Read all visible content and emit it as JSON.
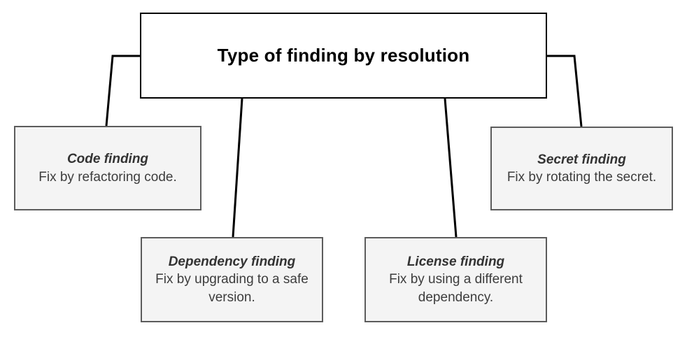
{
  "diagram": {
    "type": "tree",
    "title": "Type of finding by resolution",
    "root": {
      "label": "Type of finding by resolution"
    },
    "children": [
      {
        "id": "code",
        "title": "Code finding",
        "description": "Fix by refactoring code."
      },
      {
        "id": "dependency",
        "title": "Dependency finding",
        "description": "Fix by upgrading to a safe version."
      },
      {
        "id": "license",
        "title": "License finding",
        "description": "Fix by using a different dependency."
      },
      {
        "id": "secret",
        "title": "Secret finding",
        "description": "Fix by rotating the secret."
      }
    ],
    "colors": {
      "background": "#ffffff",
      "root_fill": "#ffffff",
      "root_border": "#000000",
      "root_text": "#000000",
      "leaf_fill": "#f4f4f4",
      "leaf_border": "#5c5c5c",
      "leaf_text": "#3d3d3d",
      "connector": "#000000"
    }
  }
}
